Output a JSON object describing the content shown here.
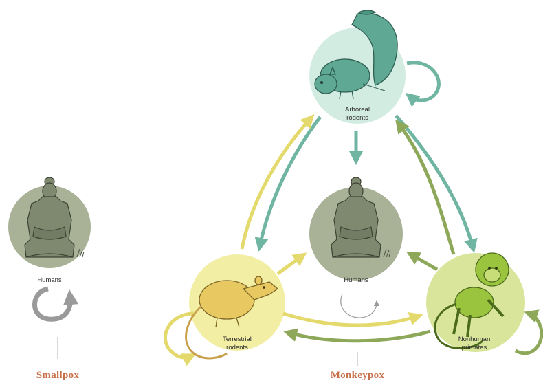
{
  "smallpox": {
    "node_label": "Humans",
    "caption": "Smallpox"
  },
  "monkeypox": {
    "caption": "Monkeypox",
    "nodes": {
      "arboreal": {
        "line1": "Arboreal",
        "line2": "rodents"
      },
      "humans": {
        "label": "Humans"
      },
      "terrestrial": {
        "line1": "Terrestrial",
        "line2": "rodents"
      },
      "primates": {
        "line1": "Nonhuman",
        "line2": "primates"
      }
    }
  },
  "icons": [
    "squirrel-icon",
    "human-figure-icon",
    "rat-icon",
    "monkey-icon"
  ],
  "colors": {
    "humans_circle": "#a9b196",
    "arboreal_circle": "#d3ece2",
    "terrestrial_circle": "#f2eea4",
    "primates_circle": "#d8e59b",
    "teal_arrow": "#6fb5a2",
    "yellow_arrow": "#e4d96c",
    "olive_arrow": "#8ea85a",
    "gray_arrow": "#9a9a9a",
    "caption": "#c8704a"
  }
}
